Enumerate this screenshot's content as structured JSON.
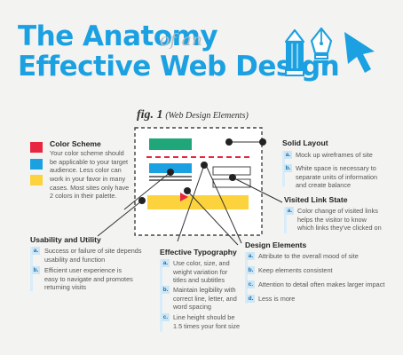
{
  "title": {
    "line1": "The Anatomy",
    "of_an": "of an",
    "line2": "Effective Web Design"
  },
  "figure": {
    "num": "fig. 1",
    "caption": "(Web Design Elements)"
  },
  "color_scheme": {
    "heading": "Color Scheme",
    "text": [
      "Your color scheme should",
      "be applicable to your target",
      "audience. Less color can",
      "work in your favor in many",
      "cases. Most sites only have",
      "2 colors in their palette."
    ],
    "colors": [
      "#e8263f",
      "#1ba1e2",
      "#fcd33c"
    ]
  },
  "solid_layout": {
    "heading": "Solid Layout",
    "items": [
      {
        "label": "a.",
        "lines": [
          "Mock up wireframes of site"
        ]
      },
      {
        "label": "b.",
        "lines": [
          "White space is necessary to",
          "separate units of information",
          "and create balance"
        ]
      }
    ]
  },
  "visited_link": {
    "heading": "Visited Link State",
    "items": [
      {
        "label": "a.",
        "lines": [
          "Color change of visited links",
          "helps the visitor to know",
          "which links they've clicked on"
        ]
      }
    ]
  },
  "usability": {
    "heading": "Usability and Utility",
    "items": [
      {
        "label": "a.",
        "lines": [
          "Success or failure of site depends",
          "usability and function"
        ]
      },
      {
        "label": "b.",
        "lines": [
          "Efficient user experience is",
          "easy to navigate and promotes",
          "returning visits"
        ]
      }
    ]
  },
  "typography": {
    "heading": "Effective Typography",
    "items": [
      {
        "label": "a.",
        "lines": [
          "Use color, size, and",
          "weight variation for",
          "titles and subtitles"
        ]
      },
      {
        "label": "b.",
        "lines": [
          "Maintain legibility with",
          "correct line, letter, and",
          "word spacing"
        ]
      },
      {
        "label": "c.",
        "lines": [
          "Line height should be",
          "1.5 times your font size"
        ]
      }
    ]
  },
  "design_elements": {
    "heading": "Design Elements",
    "items": [
      {
        "label": "a.",
        "lines": [
          "Attribute to the overall mood of site"
        ]
      },
      {
        "label": "b.",
        "lines": [
          "Keep elements consistent"
        ]
      },
      {
        "label": "c.",
        "lines": [
          "Attention to detail often makes larger impact"
        ]
      },
      {
        "label": "d.",
        "lines": [
          "Less is more"
        ]
      }
    ]
  },
  "icons": [
    "pencil-icon",
    "pen-nib-icon",
    "cursor-arrow-icon"
  ],
  "accent_colors": {
    "blue": "#1ba1e2",
    "red": "#e8263f",
    "green": "#1fa77a",
    "yellow": "#fcd33c",
    "light_blue": "#cde6f6"
  }
}
